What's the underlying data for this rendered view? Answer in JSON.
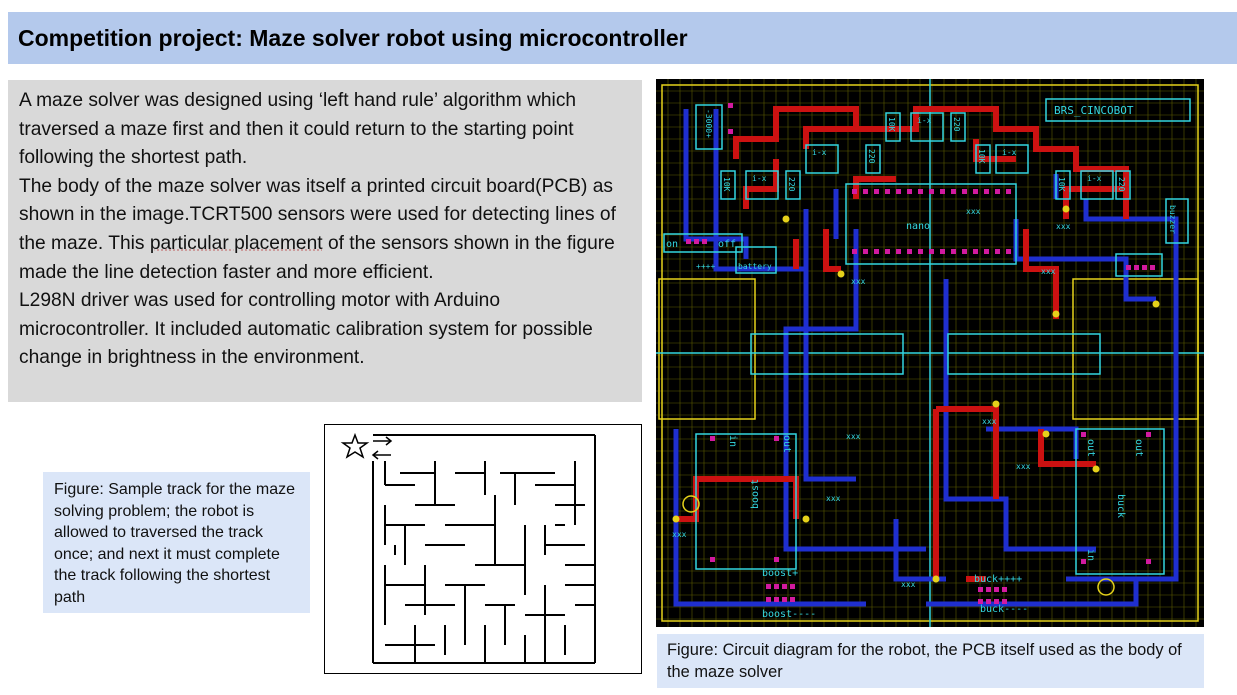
{
  "header": {
    "title": "Competition project: Maze solver robot using microcontroller"
  },
  "description": {
    "part1": "A maze solver was designed using ‘left hand rule’ algorithm which traversed a maze first and then it could return to the starting point following the shortest path.",
    "part2a": "The body of the maze solver was itself a printed circuit board(PCB) as shown in the image.TCRT500 sensors were used for detecting lines of the maze. This ",
    "part2u": "particular placement",
    "part2b": " of the sensors shown in the figure made the line detection faster and more efficient.",
    "part3": "L298N driver was used for controlling motor with Arduino microcontroller. It included automatic calibration system for possible change in brightness in the environment."
  },
  "maze_caption": "Figure: Sample track for the maze solving problem; the robot is allowed to traversed the track once; and next it must complete the track following the shortest path",
  "pcb_caption": "Figure: Circuit diagram for the robot, the PCB itself used as the body of the maze solver",
  "pcb_labels": {
    "board_name": "BRS_CINCOBOT",
    "nano": "nano",
    "on": "on",
    "off": "off",
    "battery": "battery",
    "plus": "++++",
    "boost": "boost",
    "boost_plus": "boost+",
    "boost_minus": "boost----",
    "buck": "buck",
    "buck_plus": "buck++++",
    "buck_minus": "buck----",
    "in": "in",
    "out": "out",
    "buzzer": "buzzer",
    "r10k": "10K",
    "r220": "220",
    "sensor": "i-x",
    "minus_header": "-3000+",
    "xx": "xxx"
  },
  "colors": {
    "title_bg": "#b4c9ec",
    "desc_bg": "#d9d9d9",
    "caption_bg": "#dbe6f8",
    "pcb_bg": "#000000",
    "pcb_grid": "#8a8a00",
    "pcb_red": "#cc1111",
    "pcb_blue": "#1f2fcf",
    "pcb_cyan": "#33d6e0",
    "pcb_yellow": "#e6d21a",
    "pcb_pad": "#d21aa0"
  },
  "icons": [
    "star-icon",
    "arrow-right-icon",
    "arrow-left-icon"
  ]
}
